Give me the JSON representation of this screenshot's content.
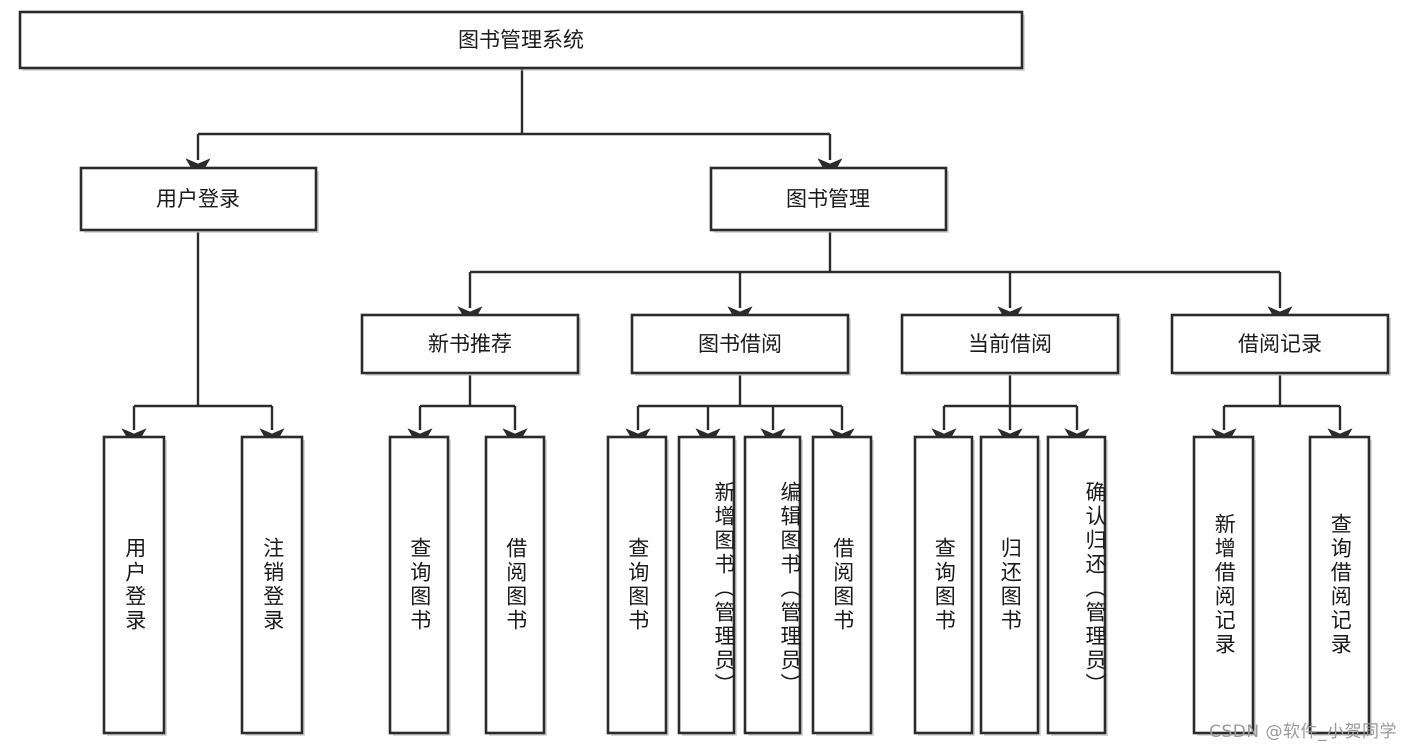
{
  "diagram": {
    "title": "图书管理系统",
    "type": "tree-hierarchy",
    "root": {
      "label": "图书管理系统",
      "orientation": "horizontal"
    },
    "level2": [
      {
        "label": "用户登录",
        "orientation": "horizontal"
      },
      {
        "label": "图书管理",
        "orientation": "horizontal"
      }
    ],
    "level3": [
      {
        "label": "新书推荐",
        "orientation": "horizontal",
        "parent": "图书管理"
      },
      {
        "label": "图书借阅",
        "orientation": "horizontal",
        "parent": "图书管理"
      },
      {
        "label": "当前借阅",
        "orientation": "horizontal",
        "parent": "图书管理"
      },
      {
        "label": "借阅记录",
        "orientation": "horizontal",
        "parent": "图书管理"
      }
    ],
    "leaves": {
      "user_login": [
        {
          "label": "用户登录",
          "orientation": "vertical"
        },
        {
          "label": "注销登录",
          "orientation": "vertical"
        }
      ],
      "new_book_recommend": [
        {
          "label": "查询图书",
          "orientation": "vertical"
        },
        {
          "label": "借阅图书",
          "orientation": "vertical"
        }
      ],
      "book_borrow": [
        {
          "label": "查询图书",
          "orientation": "vertical"
        },
        {
          "label": "新增图书（管理员）",
          "orientation": "vertical"
        },
        {
          "label": "编辑图书（管理员）",
          "orientation": "vertical"
        },
        {
          "label": "借阅图书",
          "orientation": "vertical"
        }
      ],
      "current_borrow": [
        {
          "label": "查询图书",
          "orientation": "vertical"
        },
        {
          "label": "归还图书",
          "orientation": "vertical"
        },
        {
          "label": "确认归还（管理员）",
          "orientation": "vertical"
        }
      ],
      "borrow_record": [
        {
          "label": "新增借阅记录",
          "orientation": "vertical"
        },
        {
          "label": "查询借阅记录",
          "orientation": "vertical"
        }
      ]
    }
  },
  "watermark": {
    "text": "CSDN @软件_小贺同学"
  },
  "colors": {
    "box_stroke": "#2b2b2b",
    "box_fill": "#ffffff",
    "connector": "#2b2b2b",
    "text": "#1a1a1a",
    "watermark": "#9a9a9a",
    "background": "#ffffff"
  }
}
